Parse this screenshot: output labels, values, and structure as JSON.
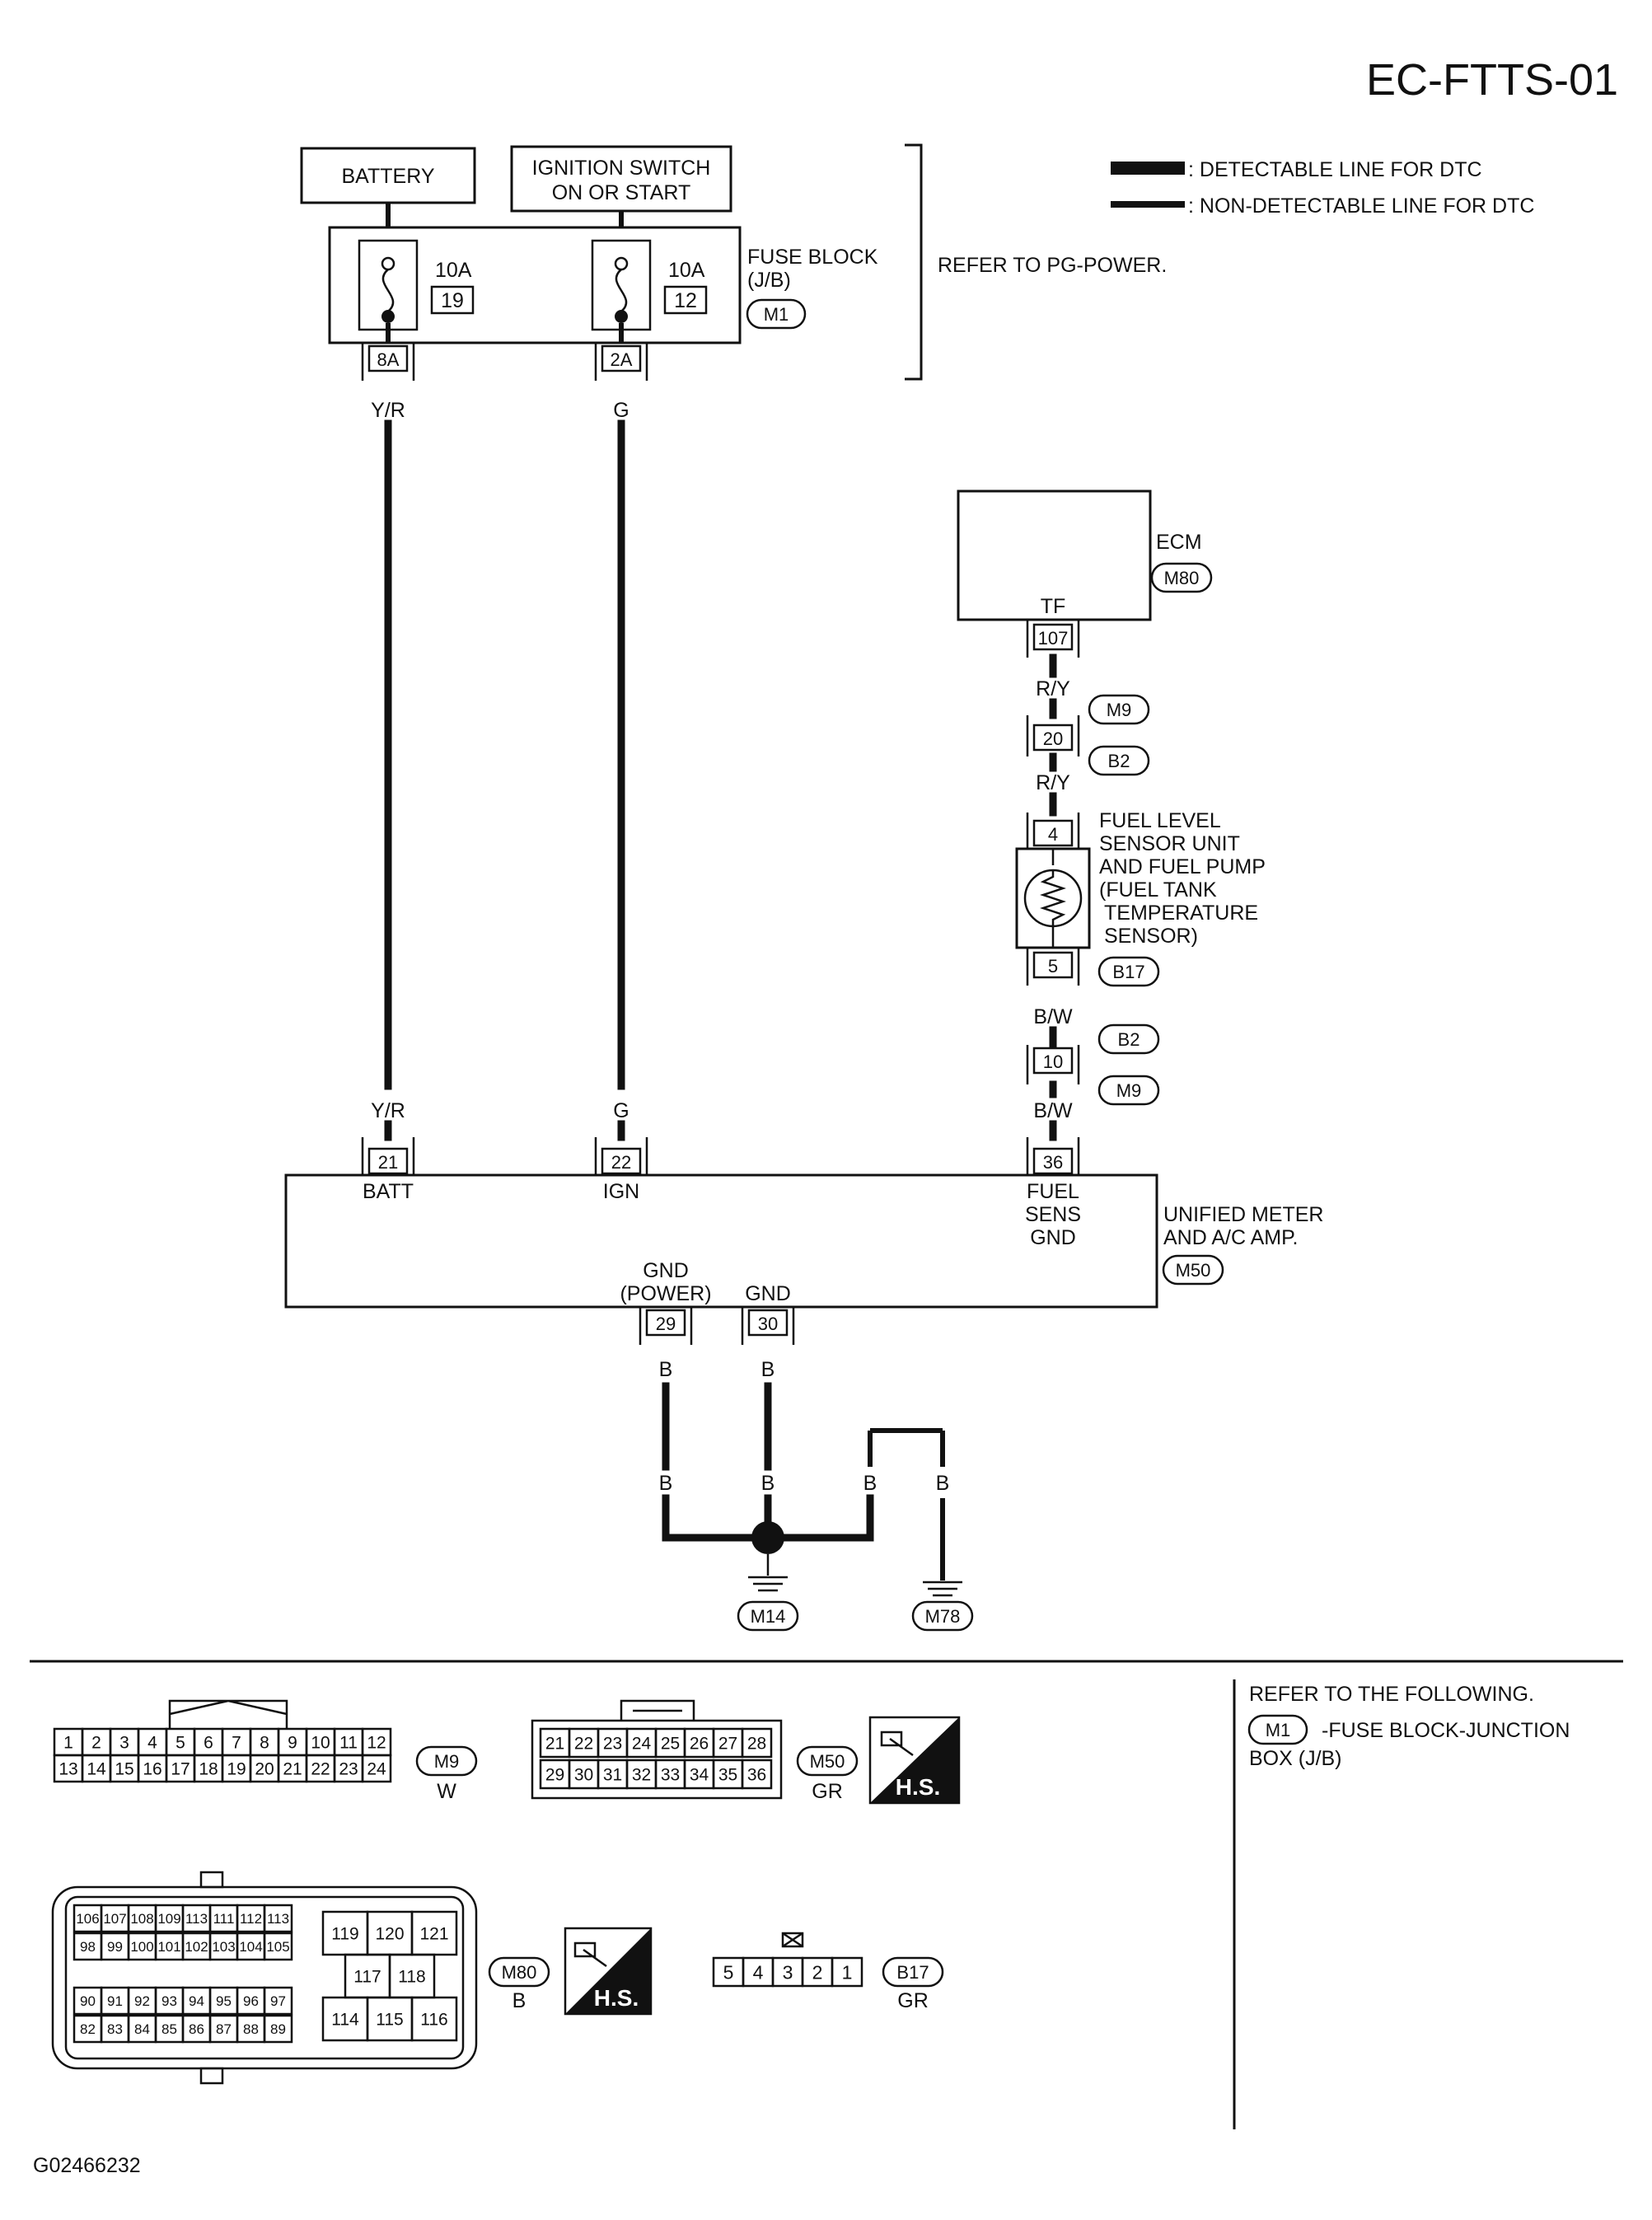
{
  "diagram_id": "EC-FTTS-01",
  "figure_code": "G02466232",
  "legend": {
    "detectable": ": DETECTABLE LINE FOR DTC",
    "non_detectable": ": NON-DETECTABLE LINE FOR DTC"
  },
  "power": {
    "battery_label": "BATTERY",
    "ignition_label_1": "IGNITION SWITCH",
    "ignition_label_2": "ON OR START",
    "fuse_block_label_1": "FUSE BLOCK",
    "fuse_block_label_2": "(J/B)",
    "fuse_block_connector": "M1",
    "refer_text": "REFER TO PG-POWER.",
    "fuse1": {
      "rating": "10A",
      "number": "19",
      "terminal": "8A",
      "wire": "Y/R"
    },
    "fuse2": {
      "rating": "10A",
      "number": "12",
      "terminal": "2A",
      "wire": "G"
    }
  },
  "ecm": {
    "label": "ECM",
    "connector": "M80",
    "pin_label": "TF",
    "pin": "107",
    "wire": "R/Y"
  },
  "joint_connector_1": {
    "pin": "20",
    "connector_top": "M9",
    "connector_bottom": "B2",
    "wire_below": "R/Y"
  },
  "sensor": {
    "lines": [
      "FUEL LEVEL",
      "SENSOR UNIT",
      "AND FUEL PUMP",
      "(FUEL TANK",
      "TEMPERATURE",
      "SENSOR)"
    ],
    "pin_top": "4",
    "pin_bottom": "5",
    "connector": "B17",
    "wire_below": "B/W"
  },
  "joint_connector_2": {
    "pin": "10",
    "connector_top": "B2",
    "connector_bottom": "M9",
    "wire_below": "B/W"
  },
  "meter": {
    "label_1": "UNIFIED METER",
    "label_2": "AND A/C AMP.",
    "connector": "M50",
    "pins": [
      {
        "pin": "21",
        "name": "BATT",
        "wire": "Y/R"
      },
      {
        "pin": "22",
        "name": "IGN",
        "wire": "G"
      },
      {
        "pin": "36",
        "name_1": "FUEL",
        "name_2": "SENS",
        "name_3": "GND",
        "wire": "B/W"
      }
    ],
    "gnd_pins": [
      {
        "pin": "29",
        "name_1": "GND",
        "name_2": "(POWER)",
        "wire": "B"
      },
      {
        "pin": "30",
        "name_1": "GND",
        "wire": "B"
      }
    ]
  },
  "ground": {
    "wires": [
      "B",
      "B",
      "B",
      "B"
    ],
    "ground1": "M14",
    "ground2": "M78"
  },
  "connectors": {
    "m9": {
      "id": "M9",
      "color": "W",
      "row1": [
        "1",
        "2",
        "3",
        "4",
        "5",
        "6",
        "7",
        "8",
        "9",
        "10",
        "11",
        "12"
      ],
      "row2": [
        "13",
        "14",
        "15",
        "16",
        "17",
        "18",
        "19",
        "20",
        "21",
        "22",
        "23",
        "24"
      ]
    },
    "m50": {
      "id": "M50",
      "color": "GR",
      "row1": [
        "21",
        "22",
        "23",
        "24",
        "25",
        "26",
        "27",
        "28"
      ],
      "row2": [
        "29",
        "30",
        "31",
        "32",
        "33",
        "34",
        "35",
        "36"
      ]
    },
    "m80": {
      "id": "M80",
      "color": "B",
      "left_row1": [
        "106",
        "107",
        "108",
        "109",
        "113",
        "111",
        "112",
        "113"
      ],
      "left_row2": [
        "98",
        "99",
        "100",
        "101",
        "102",
        "103",
        "104",
        "105"
      ],
      "left_row3": [
        "90",
        "91",
        "92",
        "93",
        "94",
        "95",
        "96",
        "97"
      ],
      "left_row4": [
        "82",
        "83",
        "84",
        "85",
        "86",
        "87",
        "88",
        "89"
      ],
      "right_row1": [
        "119",
        "120",
        "121"
      ],
      "right_row2": [
        "117",
        "118"
      ],
      "right_row3": [
        "114",
        "115",
        "116"
      ]
    },
    "b17": {
      "id": "B17",
      "color": "GR",
      "pins": [
        "5",
        "4",
        "3",
        "2",
        "1"
      ]
    },
    "hs_label": "H.S."
  },
  "reference": {
    "heading": "REFER TO THE FOLLOWING.",
    "item_connector": "M1",
    "item_text_1": "-FUSE BLOCK-JUNCTION",
    "item_text_2": "BOX (J/B)"
  }
}
